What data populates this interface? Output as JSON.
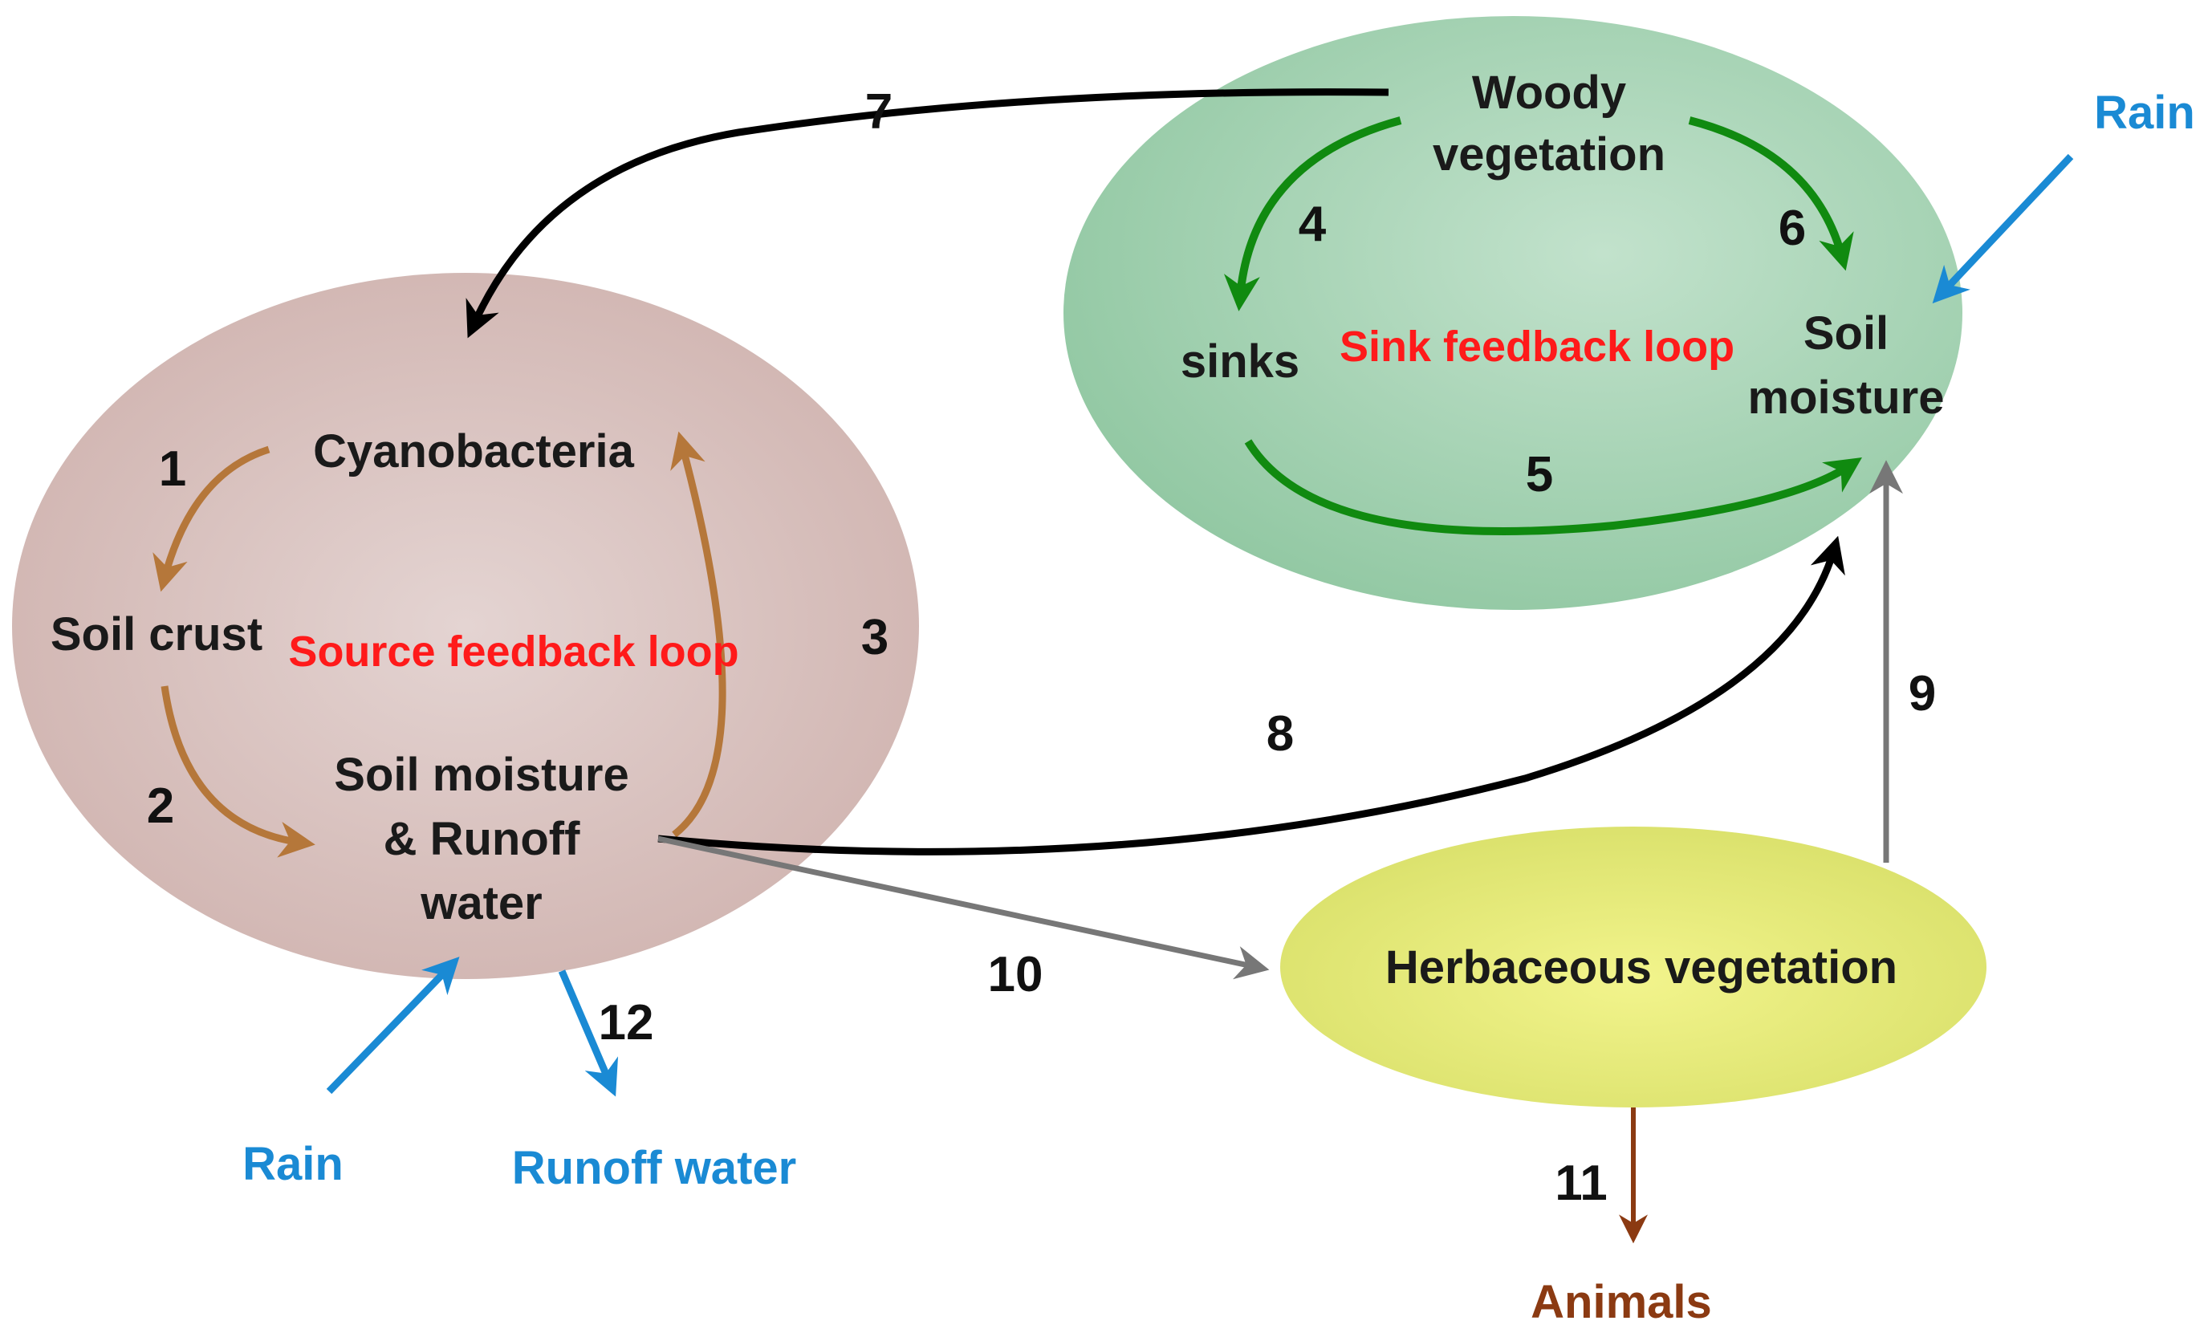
{
  "colors": {
    "source_ellipse": "#dcc6c3",
    "sink_ellipse": "#a9d4b6",
    "herb_ellipse": "#ecf07a",
    "source_arrow": "#b5773a",
    "sink_arrow": "#108a10",
    "black_arrow": "#000000",
    "grey_arrow": "#777777",
    "rain_blue": "#1a8ad4",
    "animal_brown": "#8b3a12",
    "loop_title_red": "#ff1a1a"
  },
  "source_loop": {
    "title": "Source feedback loop",
    "cyanobacteria": "Cyanobacteria",
    "soil_crust": "Soil crust",
    "soil_moisture_line1": "Soil moisture",
    "soil_moisture_line2": "& Runoff",
    "soil_moisture_line3": "water"
  },
  "sink_loop": {
    "title": "Sink feedback loop",
    "woody_line1": "Woody",
    "woody_line2": "vegetation",
    "sinks": "sinks",
    "soil_moisture_line1": "Soil",
    "soil_moisture_line2": "moisture"
  },
  "herbaceous": "Herbaceous vegetation",
  "external": {
    "rain_right": "Rain",
    "rain_left": "Rain",
    "runoff_water": "Runoff water",
    "animals": "Animals"
  },
  "numbers": [
    "1",
    "2",
    "3",
    "4",
    "5",
    "6",
    "7",
    "8",
    "9",
    "10",
    "11",
    "12"
  ]
}
